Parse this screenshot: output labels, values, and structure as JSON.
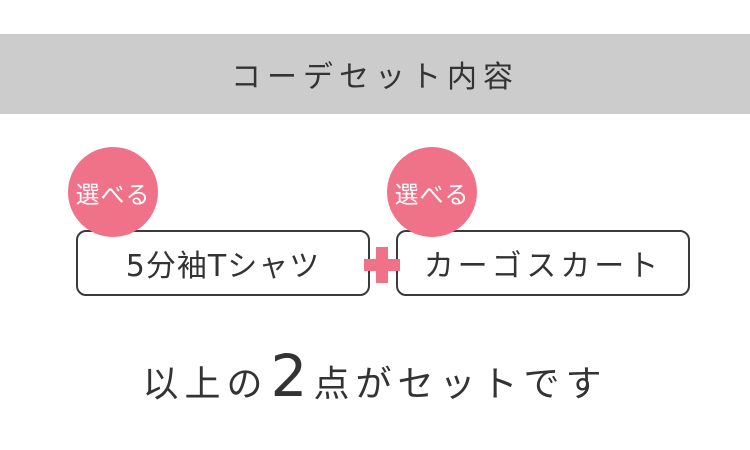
{
  "header": {
    "title": "コーデセット内容"
  },
  "items": {
    "left": {
      "badge": "選べる",
      "label": "5分袖Tシャツ"
    },
    "right": {
      "badge": "選べる",
      "label": "カーゴスカート"
    }
  },
  "summary": {
    "prefix": "以上の",
    "count": "2",
    "suffix": "点がセットです"
  },
  "colors": {
    "header_band": "#cccccc",
    "accent_pink": "#f07288",
    "text": "#333333",
    "box_border": "#3a3a3a"
  },
  "icons": {
    "plus": "plus-icon"
  }
}
